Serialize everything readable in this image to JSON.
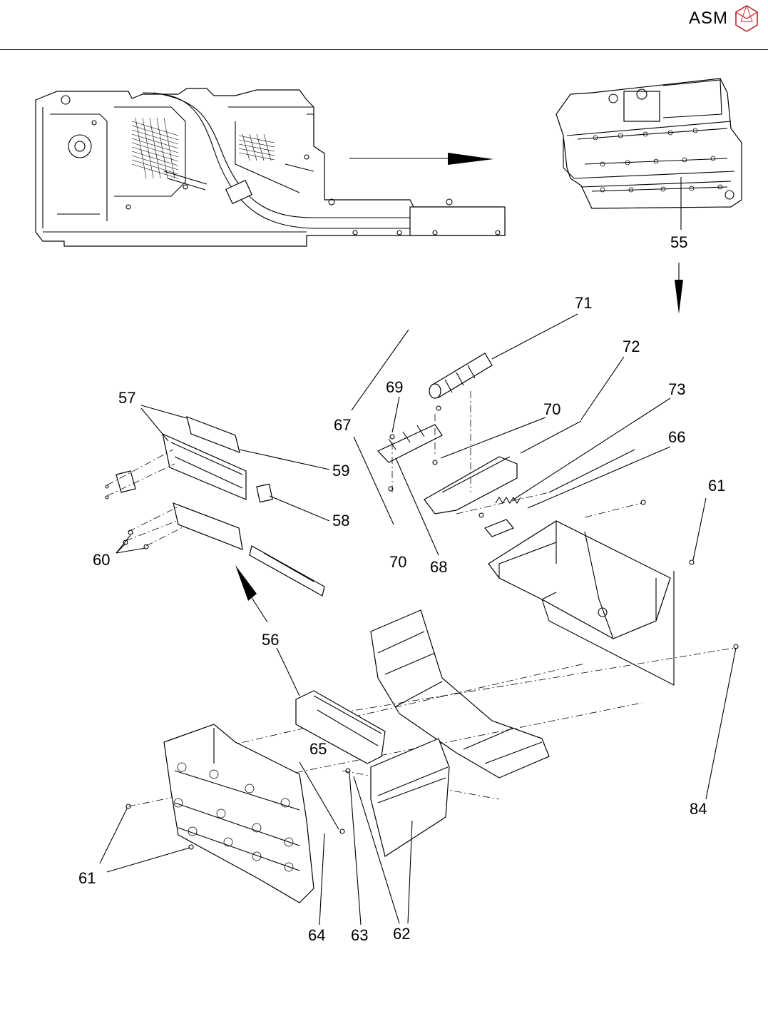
{
  "header": {
    "brand": "ASM",
    "brand_icon": "asm-logo-icon"
  },
  "diagram": {
    "callouts": {
      "c55": "55",
      "c56": "56",
      "c57": "57",
      "c58": "58",
      "c59": "59",
      "c60": "60",
      "c61a": "61",
      "c61b": "61",
      "c62": "62",
      "c63": "63",
      "c64": "64",
      "c65": "65",
      "c66": "66",
      "c67": "67",
      "c68": "68",
      "c69": "69",
      "c70a": "70",
      "c70b": "70",
      "c71": "71",
      "c72": "72",
      "c73": "73",
      "c84": "84"
    }
  }
}
